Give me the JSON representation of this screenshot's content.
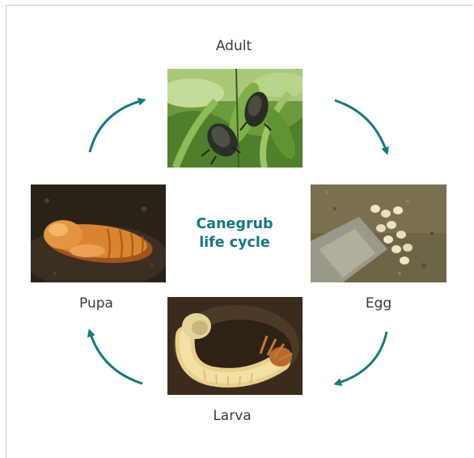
{
  "diagram": {
    "title_line1": "Canegrub",
    "title_line2": "life cycle",
    "accent_color": "#137a80",
    "stages": {
      "adult": "Adult",
      "egg": "Egg",
      "larva": "Larva",
      "pupa": "Pupa"
    }
  }
}
